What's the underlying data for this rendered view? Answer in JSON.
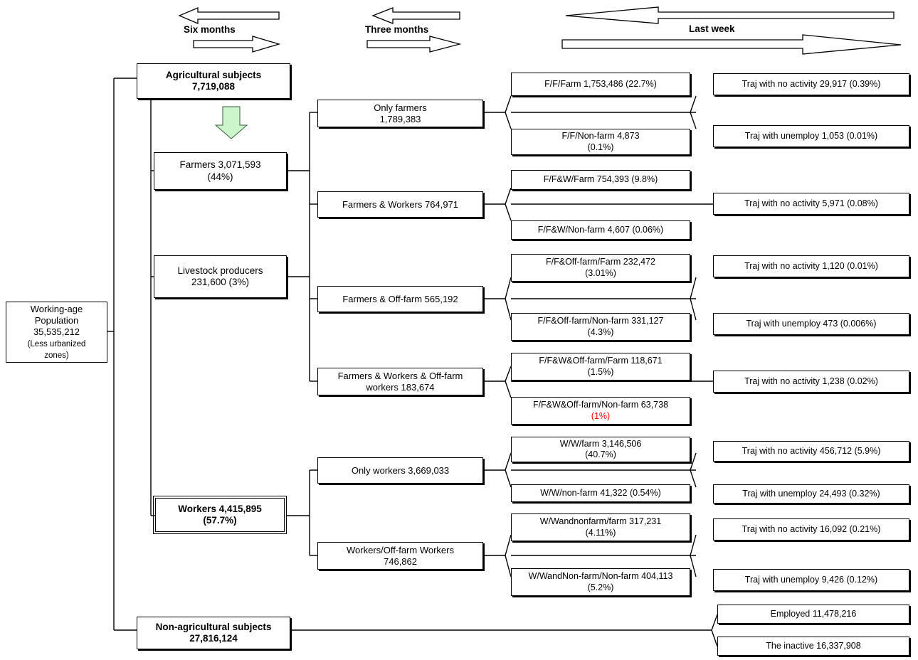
{
  "header": {
    "timeframes": [
      {
        "label": "Six months",
        "name": "six-months"
      },
      {
        "label": "Three months",
        "name": "three-months"
      },
      {
        "label": "Last week",
        "name": "last-week"
      }
    ]
  },
  "nodes": {
    "working_age": "Working-age\nPopulation\n35,535,212\n(Less urbanized\nzones)",
    "working_age_l1": "Working-age",
    "working_age_l2": "Population",
    "working_age_l3": "35,535,212",
    "working_age_l4": "(Less urbanized",
    "working_age_l5": "zones)",
    "agricultural_l1": "Agricultural subjects",
    "agricultural_l2": "7,719,088",
    "farmers_l1": "Farmers 3,071,593",
    "farmers_l2": "(44%)",
    "livestock_l1": "Livestock producers",
    "livestock_l2": "231,600  (3%)",
    "workers_l1": "Workers 4,415,895",
    "workers_l2": "(57.7%)",
    "nonagri_l1": "Non-agricultural subjects",
    "nonagri_l2": "27,816,124",
    "only_farmers_l1": "Only farmers",
    "only_farmers_l2": "1,789,383",
    "farmers_workers": "Farmers & Workers 764,971",
    "farmers_offfarm": "Farmers & Off-farm 565,192",
    "farmers_workers_offfarm_l1": "Farmers & Workers & Off-farm",
    "farmers_workers_offfarm_l2": "workers 183,674",
    "only_workers": "Only workers 3,669,033",
    "workers_offfarm_l1": "Workers/Off-farm Workers",
    "workers_offfarm_l2": "746,862",
    "ff_farm": "F/F/Farm  1,753,486 (22.7%)",
    "ff_nonfarm_l1": "F/F/Non-farm  4,873",
    "ff_nonfarm_l2": "(0.1%)",
    "ffw_farm": "F/F&W/Farm   754,393 (9.8%)",
    "ffw_nonfarm": "F/F&W/Non-farm 4,607  (0.06%)",
    "ffo_farm_l1": "F/F&Off-farm/Farm  232,472",
    "ffo_farm_l2": "(3.01%)",
    "ffo_nonfarm_l1": "F/F&Off-farm/Non-farm  331,127",
    "ffo_nonfarm_l2": "(4.3%)",
    "ffwo_farm_l1": "F/F&W&Off-farm/Farm 118,671",
    "ffwo_farm_l2": "(1.5%)",
    "ffwo_nonfarm_l1": "F/F&W&Off-farm/Non-farm  63,738",
    "ffwo_nonfarm_l2": "(1%)",
    "ww_farm_l1": "W/W/farm  3,146,506",
    "ww_farm_l2": "(40.7%)",
    "ww_nonfarm": "W/W/non-farm  41,322   (0.54%)",
    "wwn_farm_l1": "W/Wandnonfarm/farm  317,231",
    "wwn_farm_l2": "(4.11%)",
    "wwn_nonfarm_l1": "W/WandNon-farm/Non-farm 404,113",
    "wwn_nonfarm_l2": "(5.2%)",
    "traj1": "Traj with no activity 29,917 (0.39%)",
    "traj2": "Traj with unemploy 1,053   (0.01%)",
    "traj3": "Traj with no activity 5,971  (0.08%)",
    "traj4": "Traj with no activity 1,120  (0.01%)",
    "traj5": "Traj with unemploy 473  (0.006%)",
    "traj6": "Traj with no activity 1,238  (0.02%)",
    "traj7": "Traj with no activity 456,712  (5.9%)",
    "traj8": "Traj with unemploy 24,493  (0.32%)",
    "traj9": "Traj with no activity 16,092  (0.21%)",
    "traj10": "Traj with unemploy 9,426  (0.12%)",
    "employed": "Employed 11,478,216",
    "inactive": "The inactive 16,337,908"
  },
  "colors": {
    "line": "#000000",
    "box_fill": "#ffffff",
    "green_arrow": "#ccf5cc",
    "highlight_red": "#ff0000"
  }
}
